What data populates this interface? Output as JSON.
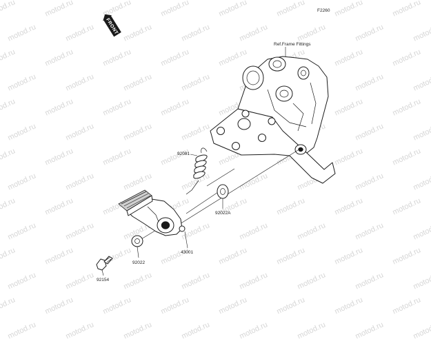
{
  "figure_code": "F2260",
  "front_badge": "FRONT",
  "watermark_text": "motod.ru",
  "reference_note": "Ref.Frame Fittings",
  "parts": [
    {
      "number": "92081",
      "name": "spring"
    },
    {
      "number": "92022A",
      "name": "washer"
    },
    {
      "number": "43001",
      "name": "brake-pedal"
    },
    {
      "number": "92022",
      "name": "washer"
    },
    {
      "number": "92154",
      "name": "bolt"
    }
  ],
  "colors": {
    "line": "#1a1a1a",
    "watermark": "#d6d6d6",
    "background": "#ffffff"
  }
}
